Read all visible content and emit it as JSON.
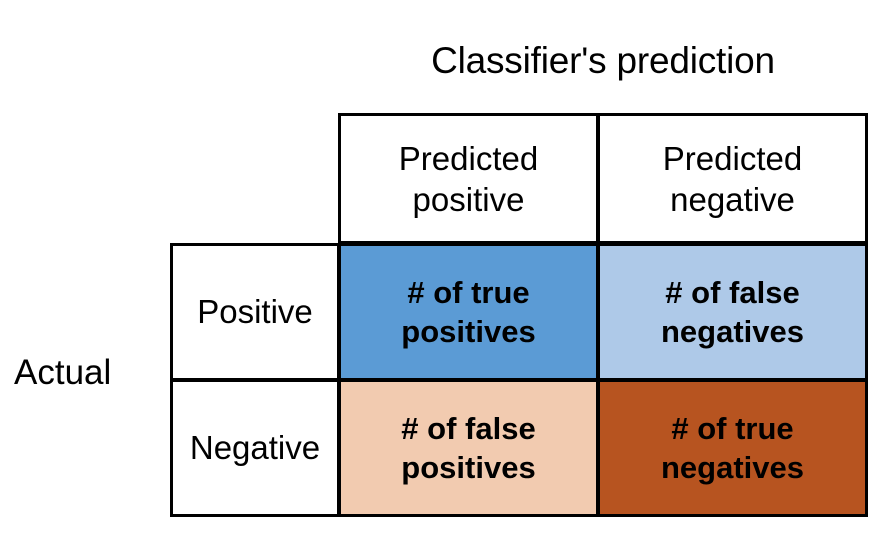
{
  "chart_data": {
    "type": "table",
    "title": "Classifier's prediction",
    "row_axis_label": "Actual",
    "column_headers": [
      "Predicted\npositive",
      "Predicted\nnegative"
    ],
    "row_headers": [
      "Positive",
      "Negative"
    ],
    "cells": [
      [
        {
          "label": "# of true\npositives",
          "color": "#5b9bd5"
        },
        {
          "label": "# of false\nnegatives",
          "color": "#aec9e8"
        }
      ],
      [
        {
          "label": "# of false\npositives",
          "color": "#f2cbb0"
        },
        {
          "label": "# of true\nnegatives",
          "color": "#b75420"
        }
      ]
    ],
    "grid": true,
    "border_color": "#000000",
    "text_color": "#000000",
    "background": "#ffffff"
  },
  "figure": {
    "title": "Classifier's prediction",
    "actual_label": "Actual",
    "headers": {
      "predicted_positive": "Predicted\npositive",
      "predicted_negative": "Predicted\nnegative",
      "actual_positive": "Positive",
      "actual_negative": "Negative"
    },
    "quadrants": {
      "true_positives": "# of true\npositives",
      "false_negatives": "# of false\nnegatives",
      "false_positives": "# of false\npositives",
      "true_negatives": "# of true\nnegatives"
    },
    "colors": {
      "true_positives": "#5b9bd5",
      "false_negatives": "#aec9e8",
      "false_positives": "#f2cbb0",
      "true_negatives": "#b75420",
      "border": "#000000",
      "background": "#ffffff"
    }
  }
}
